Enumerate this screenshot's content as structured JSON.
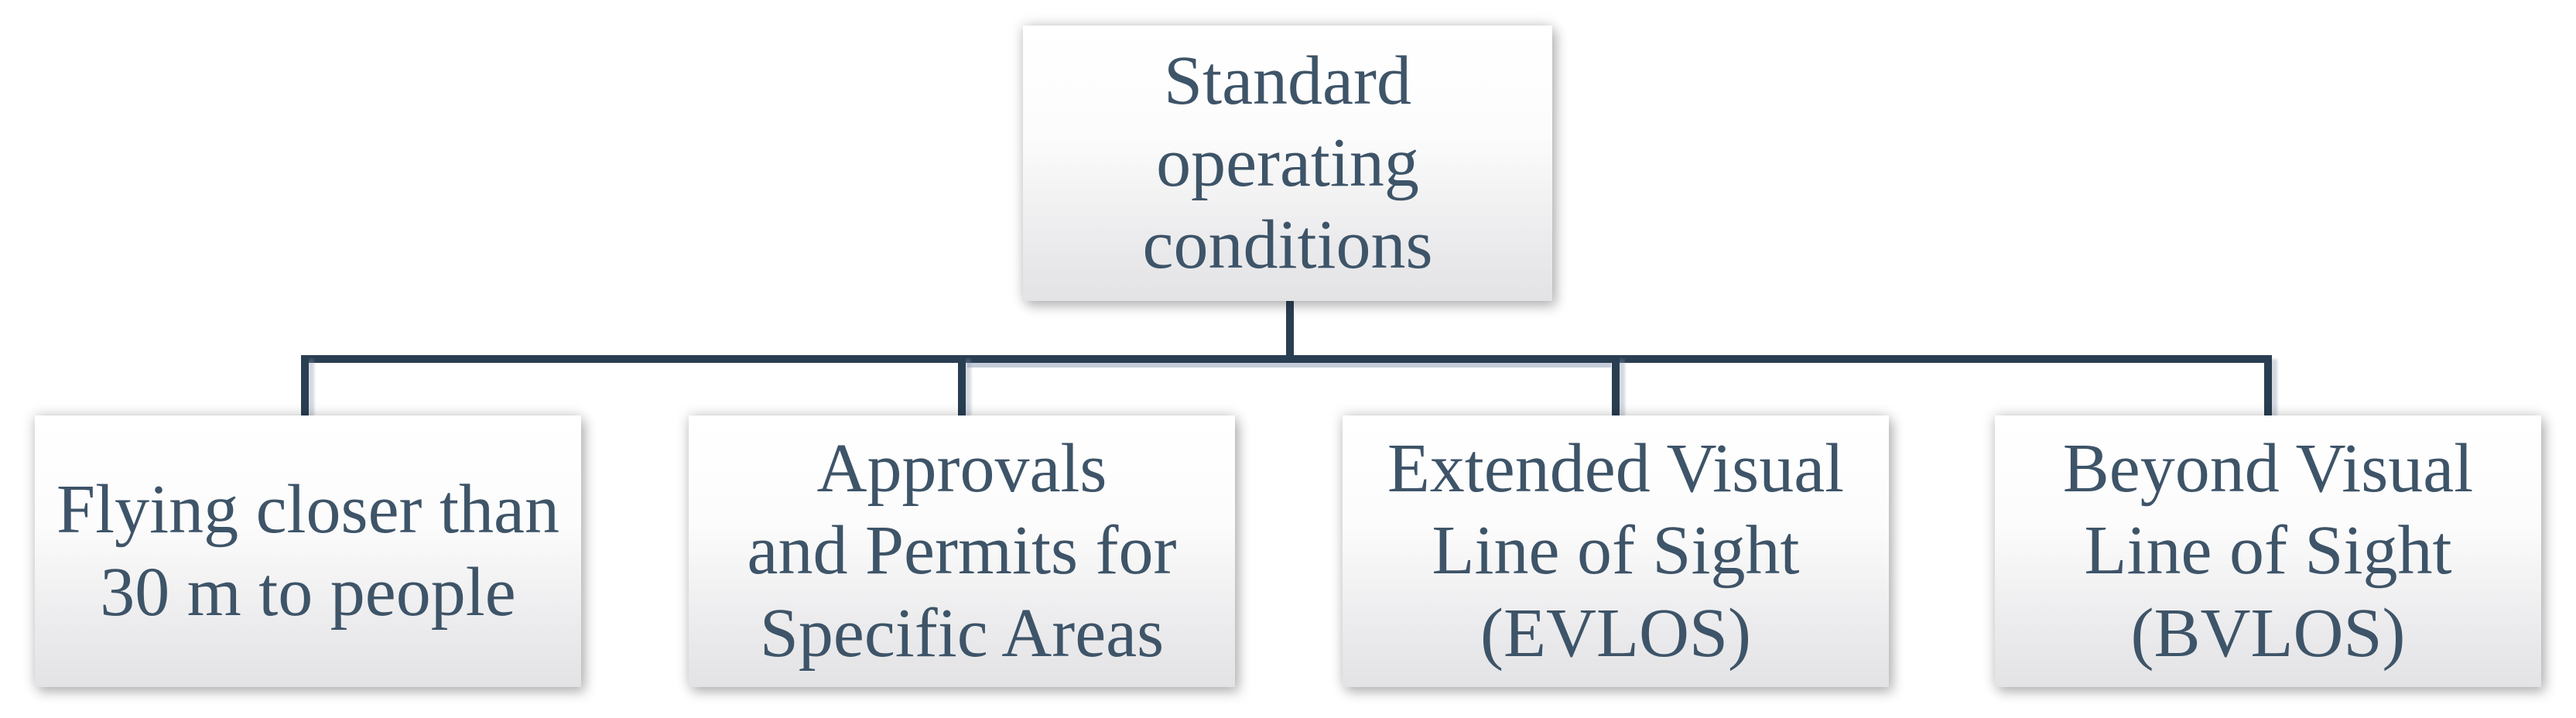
{
  "diagram": {
    "type": "hierarchy",
    "colors": {
      "node_text": "#3E5468",
      "connector": "#2A3E52",
      "connector_shadow": "#95A4B9",
      "node_background_top": "#FFFFFF",
      "node_background_bottom": "#E3E3E5",
      "page_background": "#FFFFFF"
    },
    "root": {
      "label": "Standard operating conditions",
      "lines": [
        "Standard",
        "operating",
        "conditions"
      ]
    },
    "children": [
      {
        "label": "Flying closer than 30 m to people",
        "lines": [
          "Flying closer than",
          "30 m to people",
          ""
        ]
      },
      {
        "label": "Approvals and Permits for Specific Areas",
        "lines": [
          "Approvals",
          "and Permits for",
          "Specific Areas"
        ]
      },
      {
        "label": "Extended Visual Line of Sight (EVLOS)",
        "lines": [
          "Extended Visual",
          "Line of Sight",
          "(EVLOS)"
        ]
      },
      {
        "label": "Beyond Visual Line of Sight (BVLOS)",
        "lines": [
          "Beyond Visual",
          "Line of Sight",
          "(BVLOS)"
        ]
      }
    ]
  }
}
